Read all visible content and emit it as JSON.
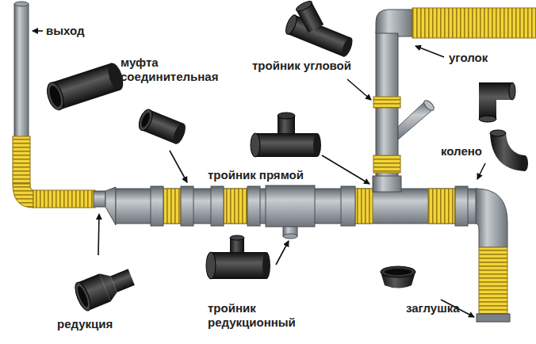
{
  "diagram": {
    "labels": [
      "выход",
      "муфта соединительная",
      "тройник угловой",
      "уголок",
      "колено",
      "тройник прямой",
      "редукция",
      "тройник редукционный",
      "заглушка"
    ]
  }
}
